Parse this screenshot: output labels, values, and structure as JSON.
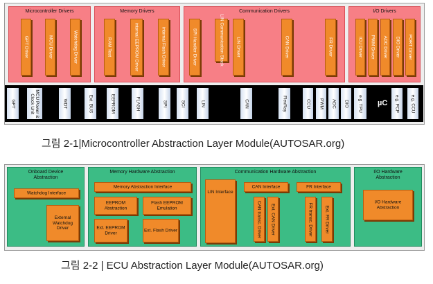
{
  "fig1": {
    "groups": [
      {
        "title": "Microcontroller Drivers",
        "modules": [
          "GPT Driver",
          "MCU Driver",
          "Watchdog Driver"
        ]
      },
      {
        "title": "Memory Drivers",
        "modules": [
          "RAM Test",
          "internal EEPROM Driver",
          "internal Flash Driver"
        ]
      },
      {
        "title": "Communication Drivers",
        "modules": [
          "SPI Handler Driver",
          "LIN Communication Stack",
          "LIN Driver",
          "CAN Driver",
          "FR Driver"
        ]
      },
      {
        "title": "I/O Drivers",
        "modules": [
          "ICU Driver",
          "PWM Driver",
          "ADC Driver",
          "DIO Driver",
          "PORT Driver"
        ]
      }
    ],
    "hardware": [
      "GPT",
      "MCU Power & Clock Unit",
      "WDT",
      "Ext. BUS",
      "EEPROM",
      "FLASH",
      "SPI",
      "SCI",
      "LIN",
      "CAN",
      "FlexRay",
      "CCU",
      "PWM",
      "ADC",
      "DIO",
      "e.g. TPU",
      "e.g. PCP",
      "e.g. CCU"
    ],
    "uc_label": "µC",
    "caption": "그림 2-1|Microcontroller Abstraction Layer Module(AUTOSAR.org)"
  },
  "fig2": {
    "onboard": {
      "title": "Onboard Device Abstraction",
      "items": [
        "Watchdog Interface",
        "External Watchdog Driver"
      ]
    },
    "memory": {
      "title": "Memory Hardware Abstraction",
      "items": [
        "Memory Abstraction Interface",
        "EEPROM Abstraction",
        "Flash EEPROM Emulation",
        "Ext. EEPROM Driver",
        "Ext. Flash Driver"
      ]
    },
    "comm": {
      "title": "Communication Hardware Abstraction",
      "items": [
        "LIN Interface",
        "CAN Interface",
        "CAN transc. Driver",
        "Ext. CAN Driver",
        "FR Interface",
        "FR transc. Driver",
        "Ext. FR Driver"
      ]
    },
    "io": {
      "title": "I/O Hardware Abstraction",
      "items": [
        "I/O Hardware Abstraction"
      ]
    },
    "caption": "그림 2-2 | ECU Abstraction Layer Module(AUTOSAR.org)"
  },
  "colors": {
    "driver_group": "#f77f86",
    "module": "#f08a2a",
    "ecu_group": "#3cbc85",
    "hw_bar": "#000000"
  }
}
